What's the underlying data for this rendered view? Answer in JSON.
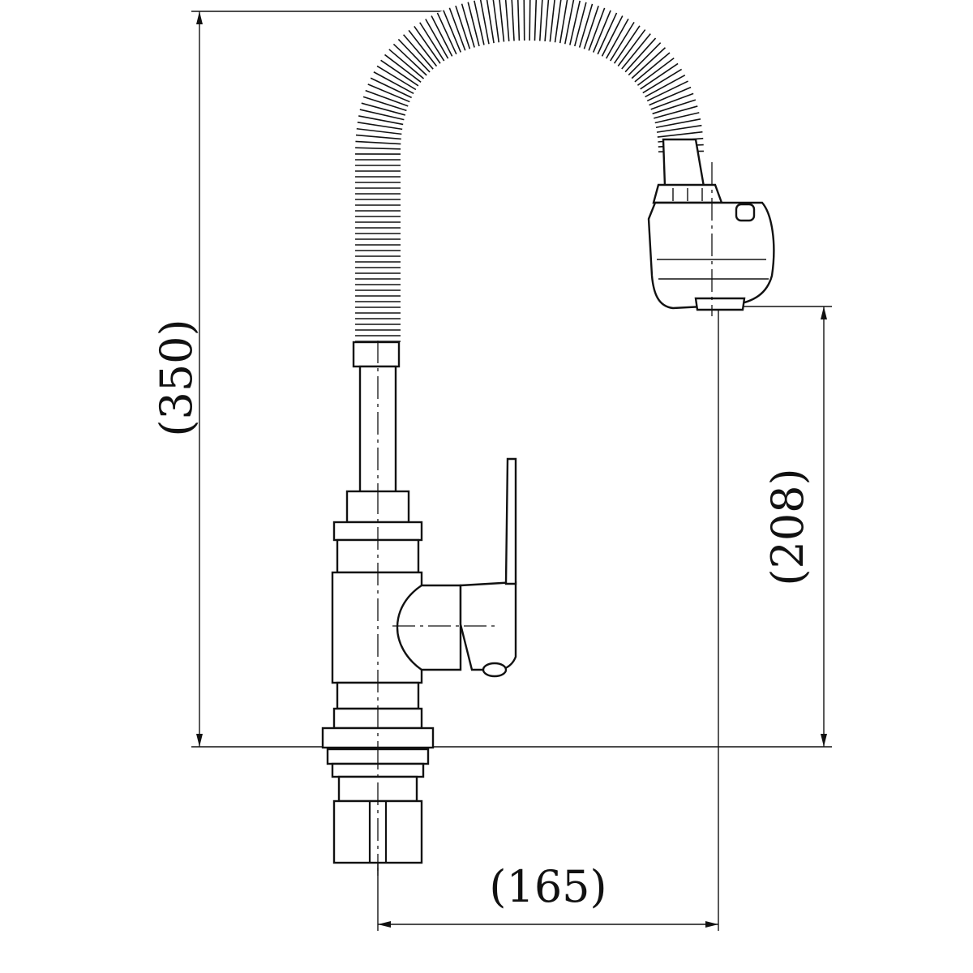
{
  "figure": {
    "type": "technical drawing",
    "dimensions": {
      "overall_height": "(350)",
      "spout_height": "(208)",
      "reach": "(165)"
    }
  }
}
